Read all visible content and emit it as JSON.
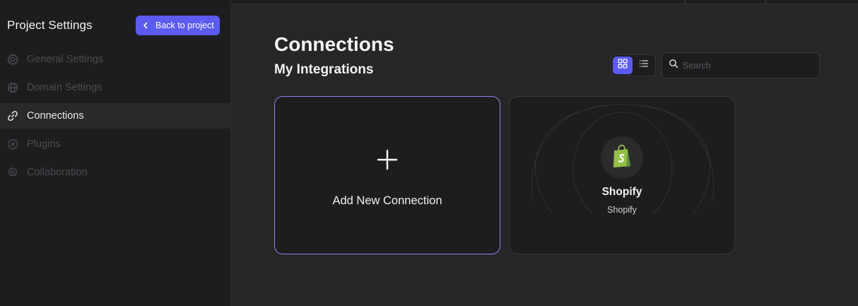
{
  "sidebar": {
    "title": "Project Settings",
    "back_button": "Back to project",
    "items": [
      {
        "label": "General Settings",
        "icon": "gear-icon",
        "active": false
      },
      {
        "label": "Domain Settings",
        "icon": "globe-icon",
        "active": false
      },
      {
        "label": "Connections",
        "icon": "link-icon",
        "active": true
      },
      {
        "label": "Plugins",
        "icon": "plugin-icon",
        "active": false
      },
      {
        "label": "Collaboration",
        "icon": "collaboration-icon",
        "active": false
      }
    ]
  },
  "main": {
    "title": "Connections",
    "section_title": "My Integrations",
    "view_modes": [
      {
        "name": "grid",
        "icon": "grid-icon",
        "active": true
      },
      {
        "name": "list",
        "icon": "list-icon",
        "active": false
      }
    ],
    "search": {
      "placeholder": "Search",
      "value": ""
    },
    "cards": {
      "add": {
        "label": "Add New Connection",
        "icon": "plus-icon"
      },
      "shopify": {
        "name": "Shopify",
        "subtitle": "Shopify",
        "icon": "shopify-bag-icon"
      }
    }
  },
  "colors": {
    "accent": "#5b5bf0",
    "accent_border": "#8a86f0",
    "shopify_green": "#95bf47",
    "background": "#262628",
    "sidebar_bg": "#1d1d1f"
  }
}
